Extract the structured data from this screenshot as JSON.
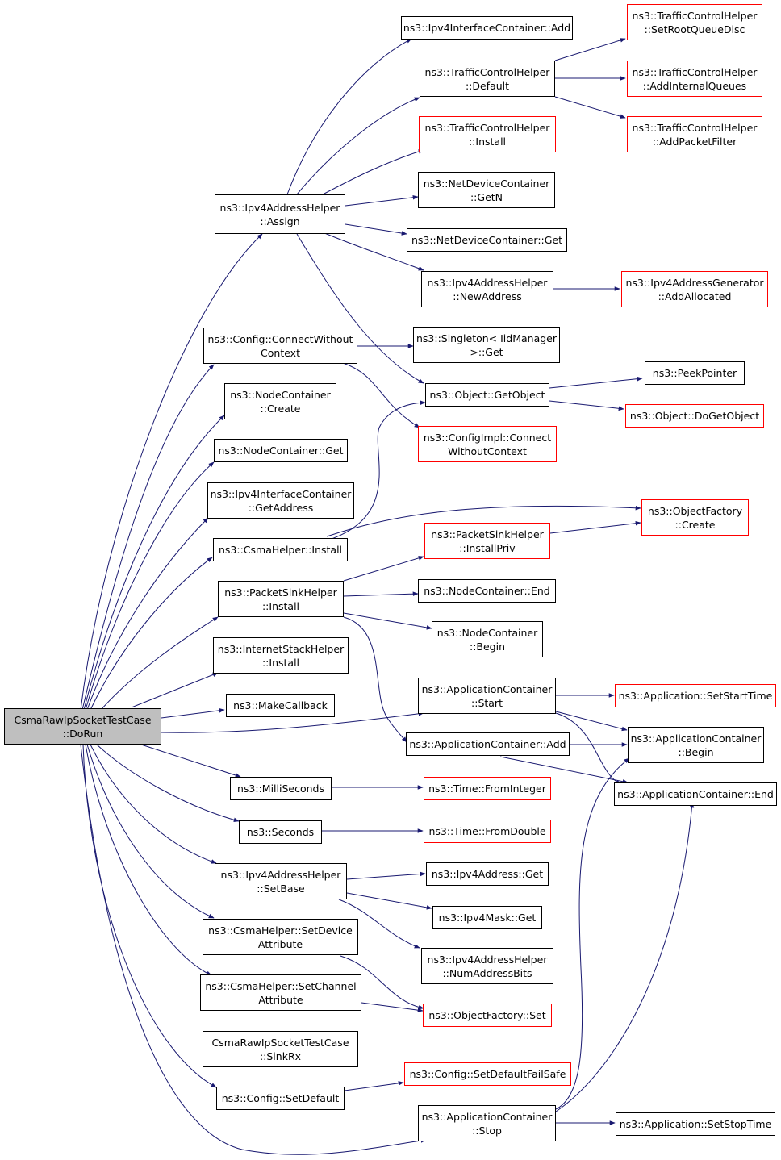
{
  "colors": {
    "edge": "#191970",
    "node_border": "#000000",
    "external_border": "#ff0000",
    "root_fill": "#bfbfbf"
  },
  "nodes": {
    "root": {
      "lines": [
        "CsmaRawIpSocketTestCase",
        "::DoRun"
      ]
    },
    "ipv4_assign": {
      "lines": [
        "ns3::Ipv4AddressHelper",
        "::Assign"
      ]
    },
    "config_connect": {
      "lines": [
        "ns3::Config::ConnectWithout",
        "Context"
      ]
    },
    "nodecont_create": {
      "lines": [
        "ns3::NodeContainer",
        "::Create"
      ]
    },
    "nodecont_get": {
      "lines": [
        "ns3::NodeContainer::Get"
      ]
    },
    "ipv4if_getaddr": {
      "lines": [
        "ns3::Ipv4InterfaceContainer",
        "::GetAddress"
      ]
    },
    "csma_install": {
      "lines": [
        "ns3::CsmaHelper::Install"
      ]
    },
    "pktsink_install": {
      "lines": [
        "ns3::PacketSinkHelper",
        "::Install"
      ]
    },
    "inetstack_install": {
      "lines": [
        "ns3::InternetStackHelper",
        "::Install"
      ]
    },
    "make_callback": {
      "lines": [
        "ns3::MakeCallback"
      ]
    },
    "milliseconds": {
      "lines": [
        "ns3::MilliSeconds"
      ]
    },
    "seconds": {
      "lines": [
        "ns3::Seconds"
      ]
    },
    "ipv4_setbase": {
      "lines": [
        "ns3::Ipv4AddressHelper",
        "::SetBase"
      ]
    },
    "csma_setdevattr": {
      "lines": [
        "ns3::CsmaHelper::SetDevice",
        "Attribute"
      ]
    },
    "csma_setchanattr": {
      "lines": [
        "ns3::CsmaHelper::SetChannel",
        "Attribute"
      ]
    },
    "sinkrx": {
      "lines": [
        "CsmaRawIpSocketTestCase",
        "::SinkRx"
      ]
    },
    "config_setdefault": {
      "lines": [
        "ns3::Config::SetDefault"
      ]
    },
    "ipv4if_add": {
      "lines": [
        "ns3::Ipv4InterfaceContainer::Add"
      ]
    },
    "tch_default": {
      "lines": [
        "ns3::TrafficControlHelper",
        "::Default"
      ]
    },
    "tch_install": {
      "lines": [
        "ns3::TrafficControlHelper",
        "::Install"
      ]
    },
    "ndc_getn": {
      "lines": [
        "ns3::NetDeviceContainer",
        "::GetN"
      ]
    },
    "ndc_get": {
      "lines": [
        "ns3::NetDeviceContainer::Get"
      ]
    },
    "ipv4_newaddr": {
      "lines": [
        "ns3::Ipv4AddressHelper",
        "::NewAddress"
      ]
    },
    "singleton_get": {
      "lines": [
        "ns3::Singleton< IidManager",
        ">::Get"
      ]
    },
    "object_getobject": {
      "lines": [
        "ns3::Object::GetObject"
      ]
    },
    "configimpl_connect": {
      "lines": [
        "ns3::ConfigImpl::Connect",
        "WithoutContext"
      ]
    },
    "pktsink_installpriv": {
      "lines": [
        "ns3::PacketSinkHelper",
        "::InstallPriv"
      ]
    },
    "nodecont_end": {
      "lines": [
        "ns3::NodeContainer::End"
      ]
    },
    "nodecont_begin": {
      "lines": [
        "ns3::NodeContainer",
        "::Begin"
      ]
    },
    "appcont_start": {
      "lines": [
        "ns3::ApplicationContainer",
        "::Start"
      ]
    },
    "appcont_add": {
      "lines": [
        "ns3::ApplicationContainer::Add"
      ]
    },
    "time_frominteger": {
      "lines": [
        "ns3::Time::FromInteger"
      ]
    },
    "time_fromdouble": {
      "lines": [
        "ns3::Time::FromDouble"
      ]
    },
    "ipv4addr_get": {
      "lines": [
        "ns3::Ipv4Address::Get"
      ]
    },
    "ipv4mask_get": {
      "lines": [
        "ns3::Ipv4Mask::Get"
      ]
    },
    "ipv4_numaddrbits": {
      "lines": [
        "ns3::Ipv4AddressHelper",
        "::NumAddressBits"
      ]
    },
    "objfactory_set": {
      "lines": [
        "ns3::ObjectFactory::Set"
      ]
    },
    "config_setdefaultfailsafe": {
      "lines": [
        "ns3::Config::SetDefaultFailSafe"
      ]
    },
    "appcont_stop": {
      "lines": [
        "ns3::ApplicationContainer",
        "::Stop"
      ]
    },
    "tch_setrootqdisc": {
      "lines": [
        "ns3::TrafficControlHelper",
        "::SetRootQueueDisc"
      ]
    },
    "tch_addinternalq": {
      "lines": [
        "ns3::TrafficControlHelper",
        "::AddInternalQueues"
      ]
    },
    "tch_addpktfilter": {
      "lines": [
        "ns3::TrafficControlHelper",
        "::AddPacketFilter"
      ]
    },
    "ipv4gen_addalloc": {
      "lines": [
        "ns3::Ipv4AddressGenerator",
        "::AddAllocated"
      ]
    },
    "peekpointer": {
      "lines": [
        "ns3::PeekPointer"
      ]
    },
    "object_dogetobject": {
      "lines": [
        "ns3::Object::DoGetObject"
      ]
    },
    "objfactory_create": {
      "lines": [
        "ns3::ObjectFactory",
        "::Create"
      ]
    },
    "app_setstarttime": {
      "lines": [
        "ns3::Application::SetStartTime"
      ]
    },
    "appcont_begin": {
      "lines": [
        "ns3::ApplicationContainer",
        "::Begin"
      ]
    },
    "appcont_end": {
      "lines": [
        "ns3::ApplicationContainer::End"
      ]
    },
    "app_setstoptime": {
      "lines": [
        "ns3::Application::SetStopTime"
      ]
    }
  }
}
